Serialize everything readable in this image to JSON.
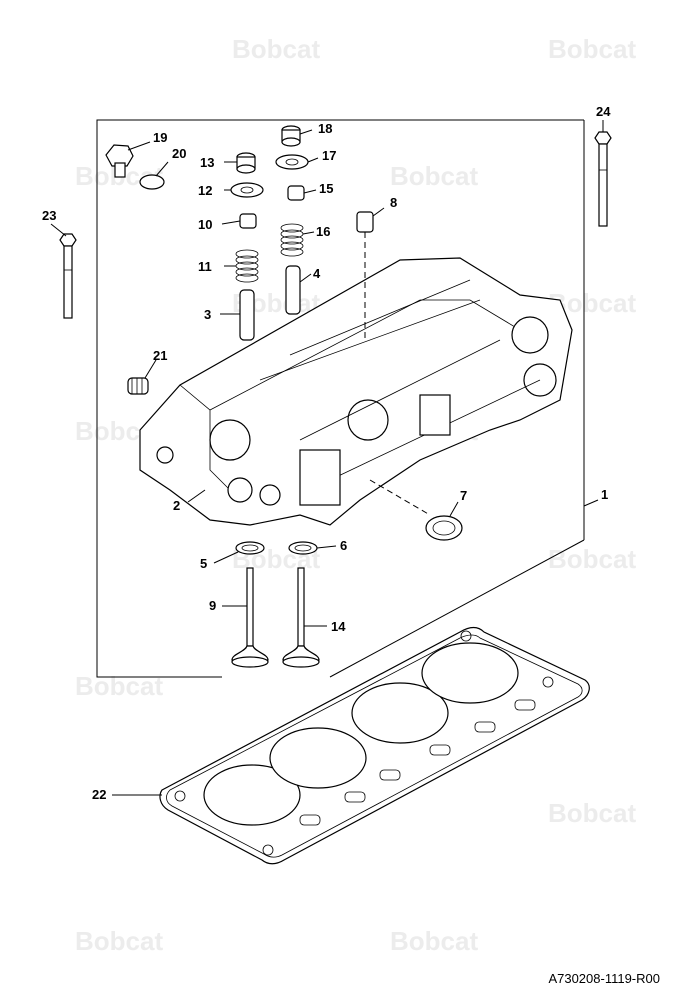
{
  "brand_watermark": "Bobcat",
  "doc_reference": "A730208-1119-R00",
  "callouts": [
    "1",
    "2",
    "3",
    "4",
    "5",
    "6",
    "7",
    "8",
    "9",
    "10",
    "11",
    "12",
    "13",
    "14",
    "15",
    "16",
    "17",
    "18",
    "19",
    "20",
    "21",
    "22",
    "23",
    "24"
  ],
  "parts": {
    "cylinder_head_assembly": "1",
    "cylinder_head": "2",
    "valve_guide_a": "3",
    "valve_guide_b": "4",
    "valve_seat_a": "5",
    "valve_seat_b": "6",
    "plug": "7",
    "injector_sleeve": "8",
    "valve_a": "9",
    "retainer_a": "10",
    "spring_a": "11",
    "spring_seat_a": "12",
    "cap_a": "13",
    "valve_b": "14",
    "retainer_b": "15",
    "spring_b": "16",
    "spring_seat_b": "17",
    "cap_b": "18",
    "drain_plug": "19",
    "washer": "20",
    "fitting": "21",
    "head_gasket": "22",
    "head_bolt_short": "23",
    "head_bolt_long": "24"
  }
}
